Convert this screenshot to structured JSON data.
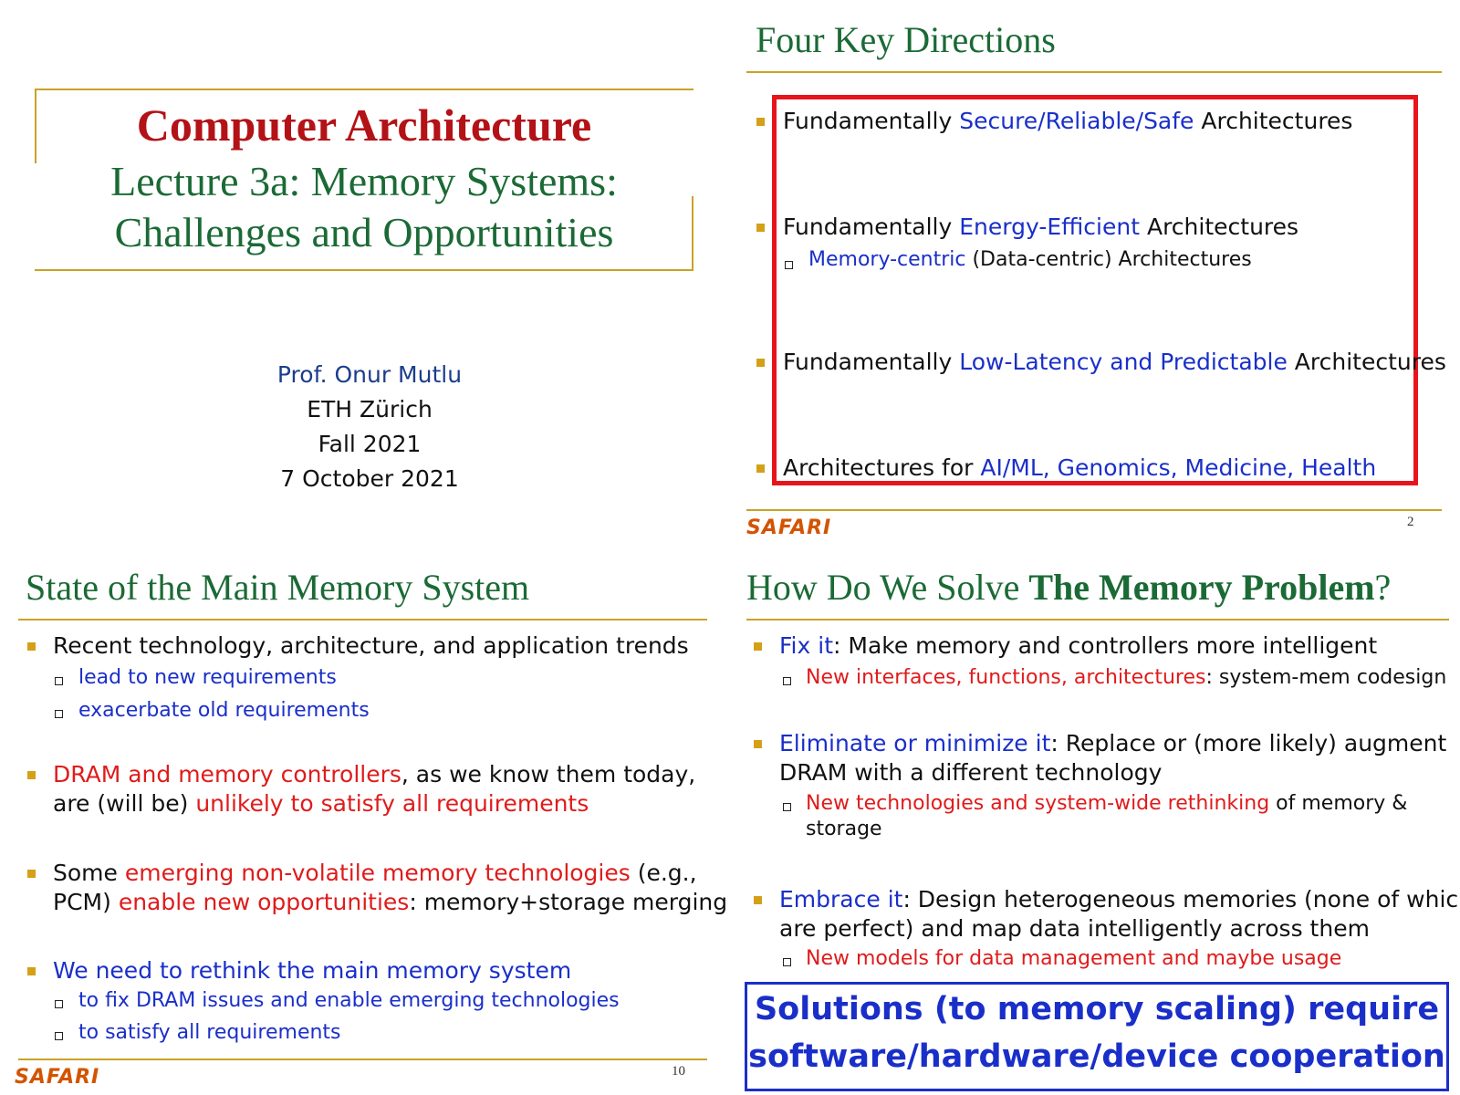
{
  "slide1": {
    "title": "Computer Architecture",
    "subtitle_line1": "Lecture 3a: Memory Systems:",
    "subtitle_line2": "Challenges and Opportunities",
    "author": "Prof. Onur Mutlu",
    "institution": "ETH Zürich",
    "term": "Fall 2021",
    "date": "7 October 2021"
  },
  "slide2": {
    "title": "Four Key Directions",
    "b1_pre": "Fundamentally ",
    "b1_hl": "Secure/Reliable/Safe",
    "b1_post": " Architectures",
    "b2_pre": "Fundamentally ",
    "b2_hl": "Energy-Efficient",
    "b2_post": " Architectures",
    "b2_sub_hl": "Memory-centric",
    "b2_sub_post": " (Data-centric) Architectures",
    "b3_pre": "Fundamentally ",
    "b3_hl": "Low-Latency and Predictable",
    "b3_post": " Architectures",
    "b4_pre": "Architectures for ",
    "b4_hl": "AI/ML, Genomics, Medicine, Health",
    "footer_logo": "SAFARI",
    "page_number": "2",
    "highlight_color": "#e8141c"
  },
  "slide3": {
    "title": "State of the Main Memory System",
    "b1": "Recent technology, architecture, and application trends",
    "b1_sub1": "lead to new requirements",
    "b1_sub2": "exacerbate old requirements",
    "b2_red1": "DRAM and memory controllers",
    "b2_rest1": ", as we know them today,",
    "b2_line2_pre": "are (will be) ",
    "b2_red2": "unlikely to satisfy all requirements",
    "b3_pre": "Some ",
    "b3_red1": "emerging non-volatile memory technologies",
    "b3_rest1": " (e.g.,",
    "b3_line2_pre": "PCM) ",
    "b3_red2": "enable new opportunities",
    "b3_line2_post": ": memory+storage merging",
    "b4": "We need to rethink the main memory system",
    "b4_sub1": "to fix DRAM issues and enable emerging technologies",
    "b4_sub2": "to satisfy all requirements",
    "footer_logo": "SAFARI",
    "page_number": "10"
  },
  "slide4": {
    "title_pre": "How Do We Solve ",
    "title_bold": "The Memory Problem",
    "title_post": "?",
    "b1_hl": "Fix it",
    "b1_rest": ": Make memory and controllers more intelligent",
    "b1_sub_red": "New interfaces, functions, architectures",
    "b1_sub_rest": ": system-mem codesign",
    "b2_hl": "Eliminate or minimize it",
    "b2_rest1": ": Replace or (more likely) augment",
    "b2_line2": "DRAM with a different technology",
    "b2_sub_red": "New technologies and system-wide rethinking",
    "b2_sub_rest": " of memory &",
    "b2_sub_line2": "storage",
    "b3_hl": "Embrace it",
    "b3_rest1": ": Design heterogeneous memories (none of which",
    "b3_line2": "are perfect) and map data intelligently across them",
    "b3_sub_red": "New models for data management and maybe usage",
    "callout_line1": "Solutions (to memory scaling) require",
    "callout_line2": "software/hardware/device cooperation",
    "callout_color": "#1a2fc9"
  }
}
